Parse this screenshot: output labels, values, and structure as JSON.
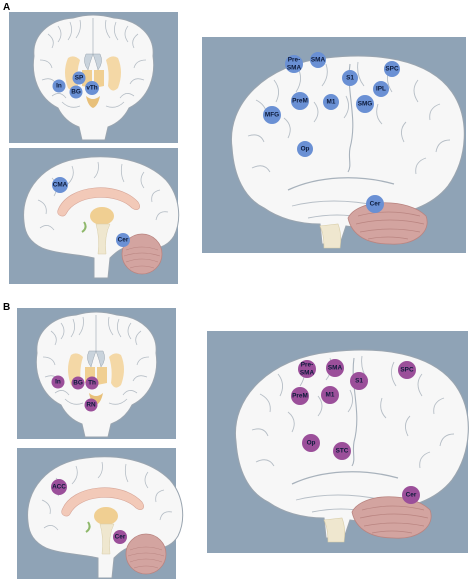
{
  "panels": [
    {
      "letter": "A",
      "dot_color": "#6a90d4",
      "coronal": [
        "In",
        "SP",
        "BG",
        "vTh"
      ],
      "sagittal": [
        "CMA",
        "Cer"
      ],
      "lateral": [
        "Pre-\nSMA",
        "SMA",
        "SPC",
        "S1",
        "IPL",
        "PreM",
        "M1",
        "MFG",
        "SMG",
        "Op",
        "Cer"
      ]
    },
    {
      "letter": "B",
      "dot_color": "#9b4f9a",
      "coronal": [
        "In",
        "BG",
        "Th",
        "RN"
      ],
      "sagittal": [
        "ACC",
        "Cer"
      ],
      "lateral": [
        "Pre-\nSMA",
        "SMA",
        "SPC",
        "S1",
        "PreM",
        "M1",
        "Op",
        "STC",
        "Cer"
      ]
    }
  ],
  "colors": {
    "panel_bg": "#8fa3b6",
    "brain_fill": "#f7f7f7",
    "brain_stroke": "#9aa5b0",
    "basal_ganglia": "#f4d8a6",
    "cerebellum": "#d3a4a0"
  }
}
